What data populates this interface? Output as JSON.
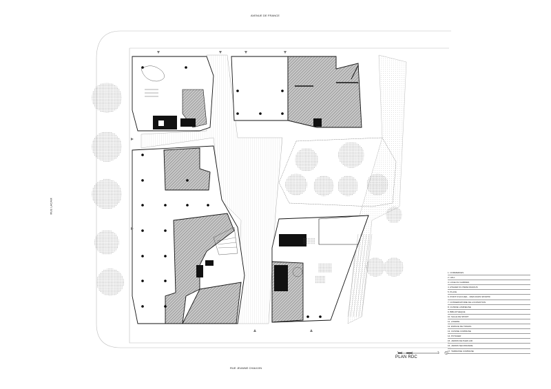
{
  "streets": {
    "top": "AVENUE DE FRANCE",
    "bottom": "RUE JEANNE CHAUVIN",
    "left": "RUE LACAM"
  },
  "title": "PLAN RDC",
  "scale": {
    "ticks": [
      "0",
      "2",
      "5",
      "10"
    ]
  },
  "legend": [
    "1. COMMERCES",
    "2. HALL",
    "3. LOGE DU GARDIEN",
    "4. ATELIER DU PERE MAGNUS",
    "5. PLACE",
    "6. POINT D'ACCUEIL - PARCOURS SPORTIF",
    "7. CONSERVATOIRE DE LOCOMOTION",
    "8. CUISINE LUMINEUSE",
    "9. BIBLIOTHEQUE",
    "10. SALLE DE SPORT",
    "11. LAVERIE",
    "12. ESPACE DE TRAVAIL",
    "13. CUISINE COMMUNE",
    "14. POTAGER",
    "15. JARDIN DE PLEIN AIR",
    "16. JARDIN SECONDAIRE",
    "17. TERRASSE COMMUNE"
  ],
  "colors": {
    "hatch": "#9a9a9a",
    "line": "#111111",
    "dot": "#000000"
  },
  "icons": [
    "north-arrow-icon",
    "tree-icon"
  ]
}
